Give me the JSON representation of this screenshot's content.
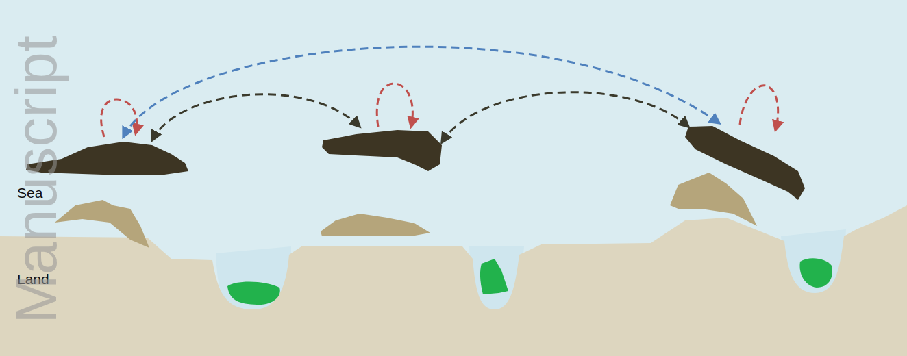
{
  "diagram": {
    "labels": [
      "Sea",
      "Land",
      "Manuscript"
    ]
  }
}
